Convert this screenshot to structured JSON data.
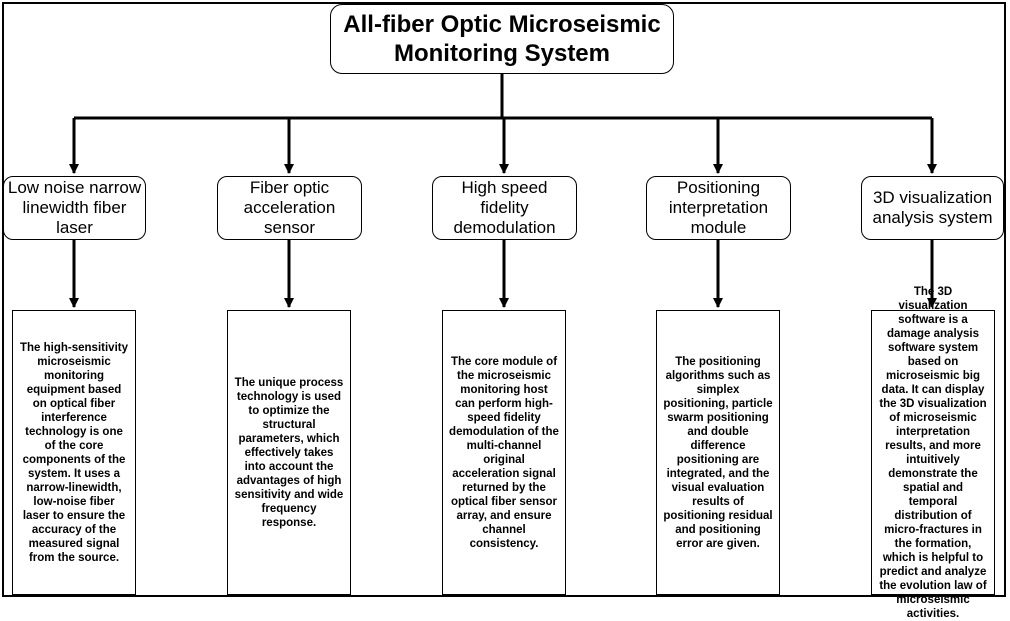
{
  "title": "All-fiber Optic Microseismic Monitoring System",
  "modules": [
    {
      "label": "Low noise narrow linewidth fiber laser",
      "description": "The high-sensitivity microseismic monitoring equipment based on optical fiber interference technology is one of the core components of the system. It uses a narrow-linewidth, low-noise fiber laser to ensure the accuracy of the measured signal from the source."
    },
    {
      "label": "Fiber optic acceleration sensor",
      "description": "The unique process technology is used to optimize the structural parameters, which effectively takes into account the advantages of high sensitivity and wide frequency response."
    },
    {
      "label": "High speed fidelity demodulation",
      "description": "The core module of the microseismic monitoring host can perform high-speed fidelity demodulation of the multi-channel original acceleration signal returned by the optical fiber sensor array, and ensure channel consistency."
    },
    {
      "label": "Positioning interpretation module",
      "description": "The positioning algorithms such as simplex positioning, particle swarm positioning and double difference positioning are integrated, and the visual evaluation results of positioning residual and positioning error are given."
    },
    {
      "label": "3D visualization analysis system",
      "description": "The 3D visualization software is a damage analysis software system based on microseismic big data. It can display the 3D visualization of microseismic interpretation results, and more intuitively demonstrate the spatial and temporal distribution of micro-fractures in the formation, which is helpful to predict and analyze the evolution law of microseismic activities."
    }
  ]
}
